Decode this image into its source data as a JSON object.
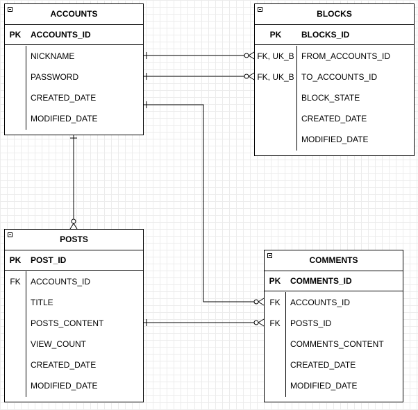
{
  "entities": {
    "accounts": {
      "title": "ACCOUNTS",
      "pk": {
        "key": "PK",
        "field": "ACCOUNTS_ID"
      },
      "fields": [
        {
          "key": "",
          "name": "NICKNAME"
        },
        {
          "key": "",
          "name": "PASSWORD"
        },
        {
          "key": "",
          "name": "CREATED_DATE"
        },
        {
          "key": "",
          "name": "MODIFIED_DATE"
        }
      ]
    },
    "blocks": {
      "title": "BLOCKS",
      "pk": {
        "key": "PK",
        "field": "BLOCKS_ID"
      },
      "fields": [
        {
          "key": "FK, UK_B",
          "name": "FROM_ACCOUNTS_ID"
        },
        {
          "key": "FK, UK_B",
          "name": "TO_ACCOUNTS_ID"
        },
        {
          "key": "",
          "name": "BLOCK_STATE"
        },
        {
          "key": "",
          "name": "CREATED_DATE"
        },
        {
          "key": "",
          "name": "MODIFIED_DATE"
        }
      ]
    },
    "posts": {
      "title": "POSTS",
      "pk": {
        "key": "PK",
        "field": "POST_ID"
      },
      "fields": [
        {
          "key": "FK",
          "name": "ACCOUNTS_ID"
        },
        {
          "key": "",
          "name": "TITLE"
        },
        {
          "key": "",
          "name": "POSTS_CONTENT"
        },
        {
          "key": "",
          "name": "VIEW_COUNT"
        },
        {
          "key": "",
          "name": "CREATED_DATE"
        },
        {
          "key": "",
          "name": "MODIFIED_DATE"
        }
      ]
    },
    "comments": {
      "title": "COMMENTS",
      "pk": {
        "key": "PK",
        "field": "COMMENTS_ID"
      },
      "fields": [
        {
          "key": "FK",
          "name": "ACCOUNTS_ID"
        },
        {
          "key": "FK",
          "name": "POSTS_ID"
        },
        {
          "key": "",
          "name": "COMMENTS_CONTENT"
        },
        {
          "key": "",
          "name": "CREATED_DATE"
        },
        {
          "key": "",
          "name": "MODIFIED_DATE"
        }
      ]
    }
  },
  "relationships": [
    {
      "from": "ACCOUNTS.NICKNAME",
      "to": "BLOCKS.FROM_ACCOUNTS_ID",
      "from_end": "one",
      "to_end": "zero-or-many"
    },
    {
      "from": "ACCOUNTS.PASSWORD",
      "to": "BLOCKS.TO_ACCOUNTS_ID",
      "from_end": "one",
      "to_end": "zero-or-many"
    },
    {
      "from": "ACCOUNTS.CREATED_DATE",
      "to": "COMMENTS.ACCOUNTS_ID",
      "from_end": "one",
      "to_end": "zero-or-many"
    },
    {
      "from": "ACCOUNTS",
      "to": "POSTS",
      "from_end": "one",
      "to_end": "zero-or-many"
    },
    {
      "from": "POSTS.POSTS_CONTENT",
      "to": "COMMENTS.POSTS_ID",
      "from_end": "one",
      "to_end": "zero-or-many"
    }
  ]
}
